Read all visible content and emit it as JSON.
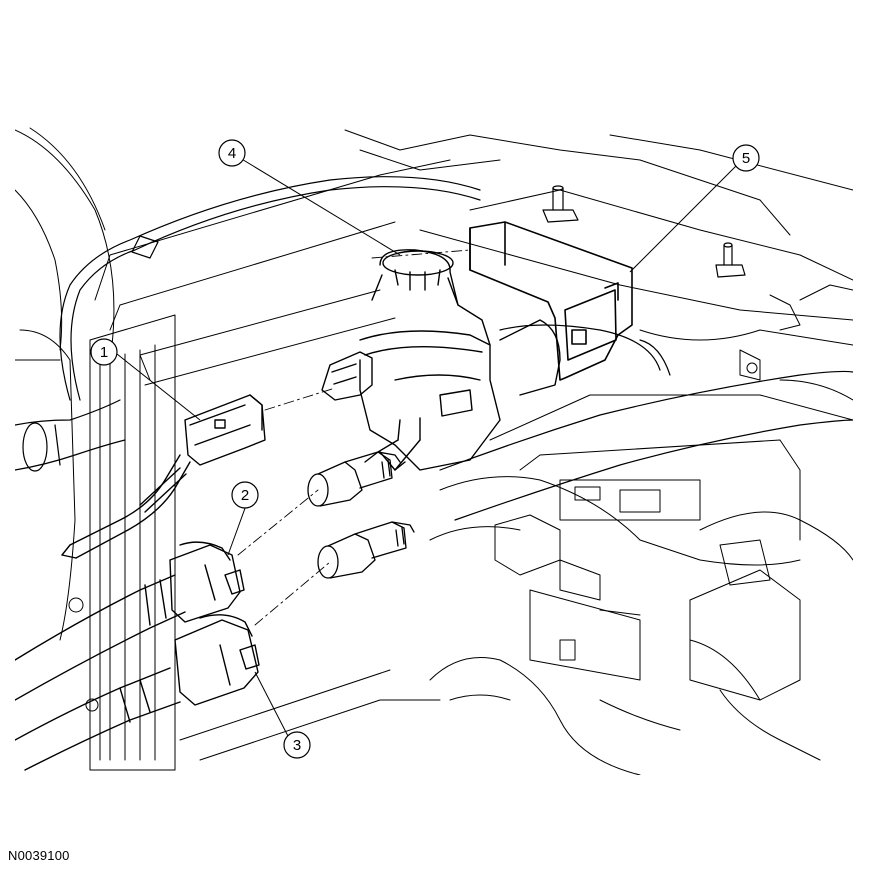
{
  "figure_id": "N0039100",
  "callouts": [
    {
      "label": "1"
    },
    {
      "label": "2"
    },
    {
      "label": "3"
    },
    {
      "label": "4"
    },
    {
      "label": "5"
    }
  ]
}
